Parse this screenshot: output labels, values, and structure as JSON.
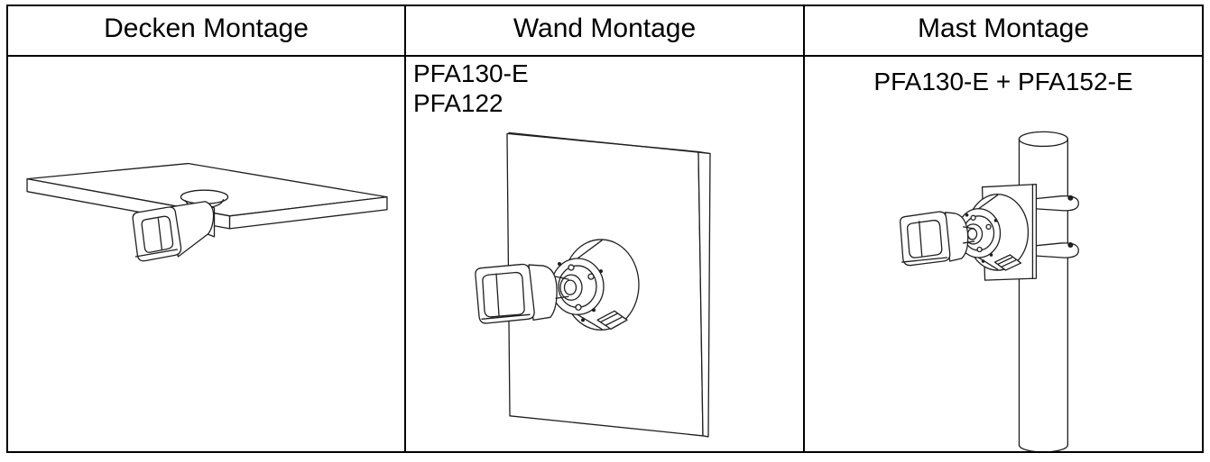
{
  "page": {
    "background": "#ffffff",
    "table_border_color": "#000000",
    "drawing_line_color": "#1f1f1f"
  },
  "table": {
    "columns": [
      {
        "header": "Decken Montage",
        "product_labels": [],
        "diagram": "ceiling-mount-camera-diagram"
      },
      {
        "header": "Wand Montage",
        "product_labels": [
          "PFA130-E",
          "PFA122"
        ],
        "diagram": "wall-mount-camera-diagram"
      },
      {
        "header": "Mast Montage",
        "product_labels": [
          "PFA130-E + PFA152-E"
        ],
        "diagram": "pole-mount-camera-diagram"
      }
    ]
  }
}
